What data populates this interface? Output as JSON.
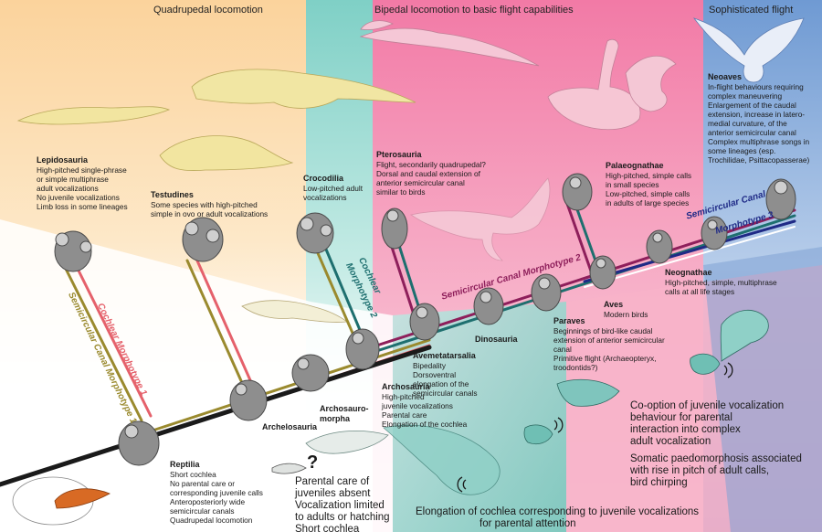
{
  "headers": {
    "quadrupedal": "Quadrupedal locomotion",
    "bipedal": "Bipedal locomotion to basic flight capabilities",
    "sophisticated": "Sophisticated flight"
  },
  "colors": {
    "orange_zone": "#fbd9a6",
    "teal_zone": "#9bd8cf",
    "pink_zone": "#f59cbb",
    "blue_zone": "#7ea3d6",
    "trunk": "#1a1a1a",
    "cochlear_1": "#e5616b",
    "cochlear_2": "#1e6f6f",
    "scc_1": "#9a8a2e",
    "scc_2": "#8e1f5b",
    "scc_3": "#1f2a86"
  },
  "morphotypes": {
    "cochlear_1": "Cochlear Morphotype 1",
    "cochlear_2_a": "Cochlear",
    "cochlear_2_b": "Morphotype 2",
    "scc_1": "Semicircular Canal Morphotype 1",
    "scc_2": "Semicircular Canal Morphotype 2",
    "scc_3_a": "Semicircular Canal",
    "scc_3_b": "Morphotype 3"
  },
  "groups": {
    "lepidosauria": {
      "name": "Lepidosauria",
      "lines": [
        "High-pitched single-phrase",
        "or simple multiphrase",
        "adult vocalizations",
        "No juvenile vocalizations",
        "Limb loss in some lineages"
      ]
    },
    "testudines": {
      "name": "Testudines",
      "lines": [
        "Some species with high-pitched",
        "simple in ovo or adult vocalizations"
      ]
    },
    "crocodilia": {
      "name": "Crocodilia",
      "lines": [
        "Low-pitched adult",
        "vocalizations"
      ]
    },
    "pterosauria": {
      "name": "Pterosauria",
      "lines": [
        "Flight, secondarily quadrupedal?",
        "Dorsal and caudal extension of",
        "anterior semicircular canal",
        "similar to birds"
      ]
    },
    "palaeognathae": {
      "name": "Palaeognathae",
      "lines": [
        "High-pitched, simple calls",
        "in small species",
        "Low-pitched, simple calls",
        "in adults of large species"
      ]
    },
    "neoaves": {
      "name": "Neoaves",
      "lines": [
        "In-flight behaviours requiring",
        "complex maneuvering",
        "Enlargement of the caudal",
        "extension, increase in latero-",
        "medial curvature, of the",
        "anterior semicircular canal",
        "Complex multiphrase songs in",
        "some lineages (esp.",
        "Trochilidae, Psittacopasserae)"
      ]
    },
    "neognathae": {
      "name": "Neognathae",
      "lines": [
        "High-pitched, simple, multiphrase",
        "calls at all life stages"
      ]
    },
    "aves": {
      "name": "Aves",
      "lines": [
        "Modern birds"
      ]
    },
    "paraves": {
      "name": "Paraves",
      "lines": [
        "Beginnings of bird-like caudal",
        "extension of anterior semicircular",
        "canal",
        "Primitive flight (Archaeopteryx,",
        "troodontids?)"
      ]
    },
    "dinosauria": {
      "name": "Dinosauria",
      "lines": []
    },
    "avemetatarsalia": {
      "name": "Avemetatarsalia",
      "lines": [
        "Bipedality",
        "Dorsoventral",
        "elongation of the",
        "semicircular canals"
      ]
    },
    "archosauria": {
      "name": "Archosauria",
      "lines": [
        "High-pitched",
        "juvenile vocalizations",
        "Parental care",
        "Elongation of the cochlea"
      ]
    },
    "archosauromorpha": {
      "name_a": "Archosauro-",
      "name_b": "morpha"
    },
    "archelosauria": {
      "name": "Archelosauria"
    },
    "reptilia": {
      "name": "Reptilia",
      "lines": [
        "Short cochlea",
        "No parental care or",
        "corresponding juvenile calls",
        "Anteroposteriorly wide",
        "semicircular canals",
        "Quadrupedal locomotion"
      ]
    }
  },
  "bottom_notes": {
    "question": "?",
    "parental_absent": [
      "Parental care of",
      "juveniles absent",
      "Vocalization limited",
      "to adults or hatching",
      "Short cochlea"
    ],
    "cochlea_elongation": [
      "Elongation of cochlea corresponding to juvenile vocalizations",
      "for parental attention"
    ],
    "cooption": [
      "Co-option of juvenile vocalization",
      "behaviour for parental",
      "interaction into complex",
      "adult vocalization"
    ],
    "somatic": [
      "Somatic paedomorphosis associated",
      "with rise in pitch of adult calls,",
      "bird chirping"
    ]
  }
}
